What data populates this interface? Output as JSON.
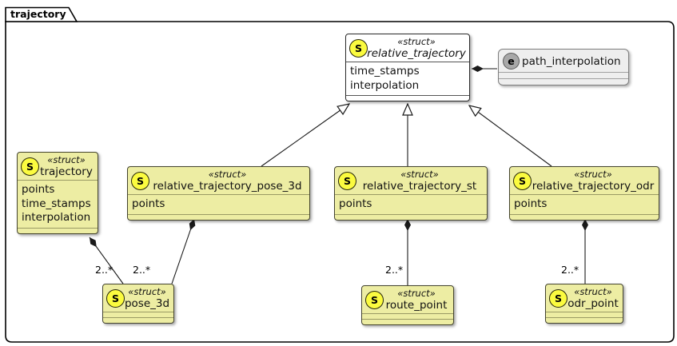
{
  "package": {
    "label": "trajectory"
  },
  "classes": {
    "relative_trajectory": {
      "spot": "S",
      "stereotype": "«struct»",
      "name": "relative_trajectory",
      "fields": [
        "time_stamps",
        "interpolation"
      ]
    },
    "path_interpolation": {
      "spot": "e",
      "name": "path_interpolation"
    },
    "trajectory": {
      "spot": "S",
      "stereotype": "«struct»",
      "name": "trajectory",
      "fields": [
        "points",
        "time_stamps",
        "interpolation"
      ]
    },
    "relative_trajectory_pose_3d": {
      "spot": "S",
      "stereotype": "«struct»",
      "name": "relative_trajectory_pose_3d",
      "fields": [
        "points"
      ]
    },
    "relative_trajectory_st": {
      "spot": "S",
      "stereotype": "«struct»",
      "name": "relative_trajectory_st",
      "fields": [
        "points"
      ]
    },
    "relative_trajectory_odr": {
      "spot": "S",
      "stereotype": "«struct»",
      "name": "relative_trajectory_odr",
      "fields": [
        "points"
      ]
    },
    "pose_3d": {
      "spot": "S",
      "stereotype": "«struct»",
      "name": "pose_3d"
    },
    "route_point": {
      "spot": "S",
      "stereotype": "«struct»",
      "name": "route_point"
    },
    "odr_point": {
      "spot": "S",
      "stereotype": "«struct»",
      "name": "odr_point"
    }
  },
  "edges": {
    "multiplicities": [
      "2..*",
      "2..*",
      "2..*",
      "2..*"
    ]
  },
  "colors": {
    "class_fill": "#EDEDA3",
    "class_border": "#45452F",
    "class_separator": "#9A9A64",
    "abstract_fill": "#FFFFFF",
    "enum_fill": "#EEEEEE",
    "spot_fill": "#FBFB3F",
    "enum_spot_fill": "#A8A8A8",
    "line_color": "#1A1A1A"
  }
}
